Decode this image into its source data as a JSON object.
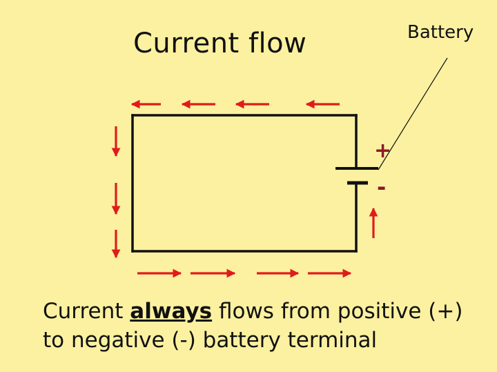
{
  "title": "Current flow",
  "battery_label": "Battery",
  "plus_sign": "+",
  "minus_sign": "-",
  "caption": {
    "before": "Current ",
    "emphasis": "always",
    "after": " flows from positive (+)",
    "line2": "to negative (-) battery terminal"
  },
  "colors": {
    "background": "#FBF1A0",
    "arrow": "#E01B1B",
    "wire": "#111111",
    "sign": "#8B1A2B"
  },
  "arrow_directions": {
    "top": "left",
    "left": "down",
    "bottom": "right",
    "right": "up"
  }
}
